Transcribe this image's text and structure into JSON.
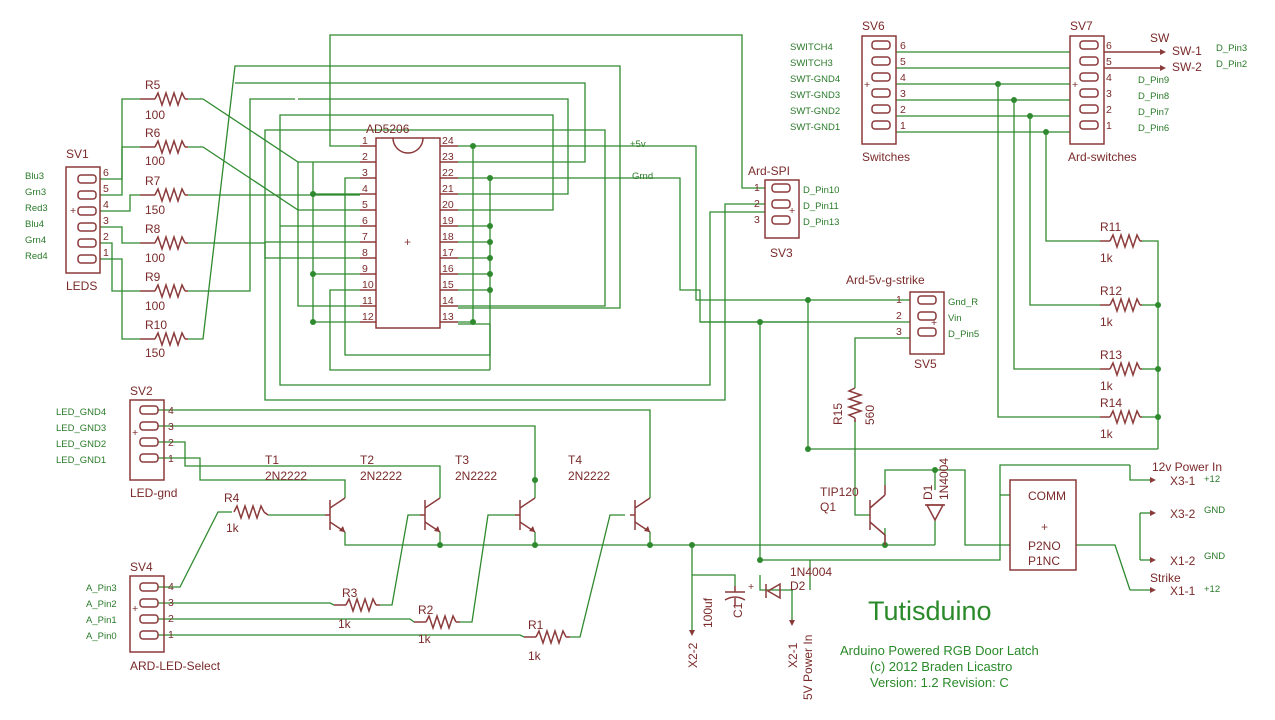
{
  "title": "Tutisduino",
  "info": {
    "line1": "Arduino Powered RGB Door Latch",
    "line2": "(c) 2012 Braden Licastro",
    "line3": "Version: 1.2 Revision: C"
  },
  "sv1": {
    "name": "SV1",
    "value": "LEDS",
    "pins": [
      "6",
      "5",
      "4",
      "3",
      "2",
      "1"
    ],
    "nets": [
      "Blu3",
      "Grn3",
      "Red3",
      "Blu4",
      "Grn4",
      "Red4"
    ]
  },
  "resistors_left": [
    {
      "name": "R5",
      "value": "100"
    },
    {
      "name": "R6",
      "value": "100"
    },
    {
      "name": "R7",
      "value": "150"
    },
    {
      "name": "R8",
      "value": "100"
    },
    {
      "name": "R9",
      "value": "100"
    },
    {
      "name": "R10",
      "value": "150"
    }
  ],
  "ic": {
    "name": "AD5206",
    "left_pins": [
      "1",
      "2",
      "3",
      "4",
      "5",
      "6",
      "7",
      "8",
      "9",
      "10",
      "11",
      "12"
    ],
    "right_pins": [
      "24",
      "23",
      "22",
      "21",
      "20",
      "19",
      "18",
      "17",
      "16",
      "15",
      "14",
      "13"
    ]
  },
  "net_5v": "+5v",
  "net_gnd": "Grnd",
  "sv3": {
    "name": "SV3",
    "value": "Ard-SPI",
    "pins": [
      "1",
      "2",
      "3"
    ],
    "nets": [
      "D_Pin10",
      "D_Pin11",
      "D_Pin13"
    ]
  },
  "sv5": {
    "name": "SV5",
    "value": "Ard-5v-g-strike",
    "pins": [
      "1",
      "2",
      "3"
    ],
    "nets": [
      "Gnd_R",
      "Vin",
      "D_Pin5"
    ]
  },
  "sv6": {
    "name": "SV6",
    "value": "Switches",
    "pins": [
      "6",
      "5",
      "4",
      "3",
      "2",
      "1"
    ],
    "nets": [
      "SWITCH4",
      "SWITCH3",
      "SWT-GND4",
      "SWT-GND3",
      "SWT-GND2",
      "SWT-GND1"
    ]
  },
  "sv7": {
    "name": "SV7",
    "value": "Ard-switches",
    "pins": [
      "6",
      "5",
      "4",
      "3",
      "2",
      "1"
    ],
    "labels": [
      "SW-1",
      "SW-2",
      "D_Pin9",
      "D_Pin8",
      "D_Pin7",
      "D_Pin6"
    ],
    "sw_label": "SW",
    "side_nets": [
      "D_Pin3",
      "D_Pin2"
    ]
  },
  "resistors_right": [
    {
      "name": "R11",
      "value": "1k"
    },
    {
      "name": "R12",
      "value": "1k"
    },
    {
      "name": "R13",
      "value": "1k"
    },
    {
      "name": "R14",
      "value": "1k"
    }
  ],
  "r15": {
    "name": "R15",
    "value": "560"
  },
  "sv2": {
    "name": "SV2",
    "value": "LED-gnd",
    "pins": [
      "4",
      "3",
      "2",
      "1"
    ],
    "nets": [
      "LED_GND4",
      "LED_GND3",
      "LED_GND2",
      "LED_GND1"
    ]
  },
  "transistors": [
    {
      "name": "T1",
      "value": "2N2222"
    },
    {
      "name": "T2",
      "value": "2N2222"
    },
    {
      "name": "T3",
      "value": "2N2222"
    },
    {
      "name": "T4",
      "value": "2N2222"
    }
  ],
  "sv4": {
    "name": "SV4",
    "value": "ARD-LED-Select",
    "pins": [
      "4",
      "3",
      "2",
      "1"
    ],
    "nets": [
      "A_Pin3",
      "A_Pin2",
      "A_Pin1",
      "A_Pin0"
    ]
  },
  "base_resistors": [
    {
      "name": "R4",
      "value": "1k"
    },
    {
      "name": "R3",
      "value": "1k"
    },
    {
      "name": "R2",
      "value": "1k"
    },
    {
      "name": "R1",
      "value": "1k"
    }
  ],
  "q1": {
    "name": "Q1",
    "value": "TIP120"
  },
  "d1": {
    "name": "D1",
    "value": "1N4004"
  },
  "d2": {
    "name": "D2",
    "value": "1N4004"
  },
  "c1": {
    "name": "C1",
    "value": "100uf"
  },
  "relay": {
    "pins": [
      "COMM",
      "P2NO",
      "P1NC"
    ]
  },
  "power": {
    "x31": "X3-1",
    "x32": "X3-2",
    "x12": "X1-2",
    "x11": "X1-1",
    "x22": "X2-2",
    "x21": "X2-1",
    "label_12v": "12v Power In",
    "label_strike": "Strike",
    "label_5v": "5V Power In",
    "net_12": "+12",
    "net_gnd": "GND"
  }
}
